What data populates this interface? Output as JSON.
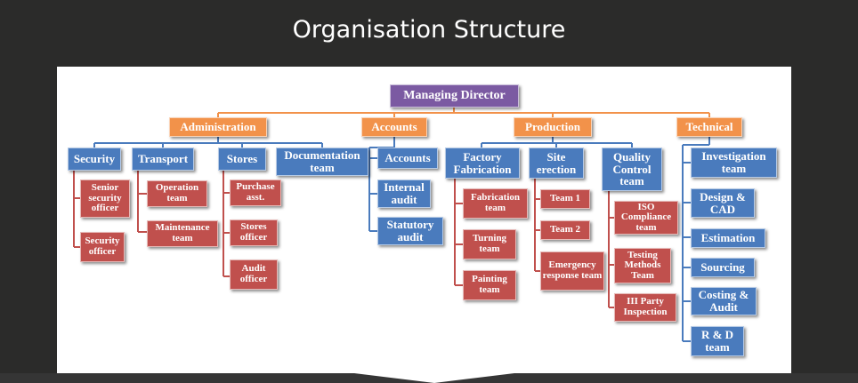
{
  "page": {
    "title": "Organisation Structure"
  },
  "chart": {
    "root": "Managing Director",
    "departments": {
      "administration": "Administration",
      "accounts": "Accounts",
      "production": "Production",
      "technical": "Technical"
    },
    "administration": {
      "security": {
        "label": "Security",
        "children": [
          "Senior security officer",
          "Security officer"
        ]
      },
      "transport": {
        "label": "Transport",
        "children": [
          "Operation team",
          "Maintenance team"
        ]
      },
      "stores": {
        "label": "Stores",
        "children": [
          "Purchase asst.",
          "Stores officer",
          "Audit officer"
        ]
      },
      "documentation": {
        "label": "Documentation team"
      }
    },
    "accounts": {
      "children": [
        "Accounts",
        "Internal audit",
        "Statutory audit"
      ]
    },
    "production": {
      "factory": {
        "label": "Factory Fabrication",
        "children": [
          "Fabrication team",
          "Turning team",
          "Painting team"
        ]
      },
      "site": {
        "label": "Site erection",
        "children": [
          "Team 1",
          "Team 2",
          "Emergency response team"
        ]
      },
      "quality": {
        "label": "Quality Control team",
        "children": [
          "ISO Compliance team",
          "Testing Methods Team",
          "III Party Inspection"
        ]
      }
    },
    "technical": {
      "children": [
        "Investigation team",
        "Design & CAD",
        "Estimation",
        "Sourcing",
        "Costing & Audit",
        "R & D team"
      ]
    }
  },
  "colors": {
    "top": "#7b5aa2",
    "department": "#f2924a",
    "unit": "#4a7bbd",
    "team": "#c0504d",
    "connector_top": "#f2924a",
    "connector_unit": "#4a7bbd",
    "connector_team": "#c0504d"
  }
}
